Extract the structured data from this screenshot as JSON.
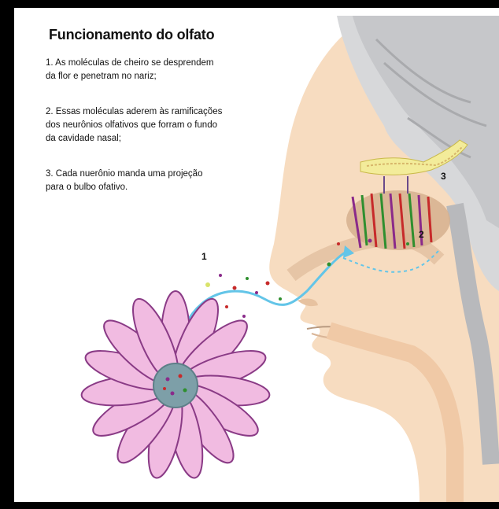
{
  "diagram": {
    "title": "Funcionamento do olfato",
    "steps": [
      {
        "line1": "1. As moléculas de cheiro se desprendem",
        "line2": "da flor e penetram no nariz;",
        "line3": ""
      },
      {
        "line1": "2. Essas moléculas aderem às ramificações",
        "line2": "dos neurônios olfativos que forram o fundo",
        "line3": "da cavidade nasal;"
      },
      {
        "line1": "3. Cada nuerônio manda uma projeção",
        "line2": "para o bulbo ofativo.",
        "line3": ""
      }
    ],
    "markers": [
      "1",
      "2",
      "3"
    ],
    "colors": {
      "skin": "#f7dcc0",
      "brain": "#d7d8da",
      "brain_fold": "#b8b9bc",
      "bulb": "#f3ec9a",
      "epithelium": "#d6b08e",
      "petal": "#f1bbe1",
      "petal_edge": "#8a3b86",
      "flower_center": "#7d9fa8",
      "airflow": "#63c5e8"
    }
  }
}
